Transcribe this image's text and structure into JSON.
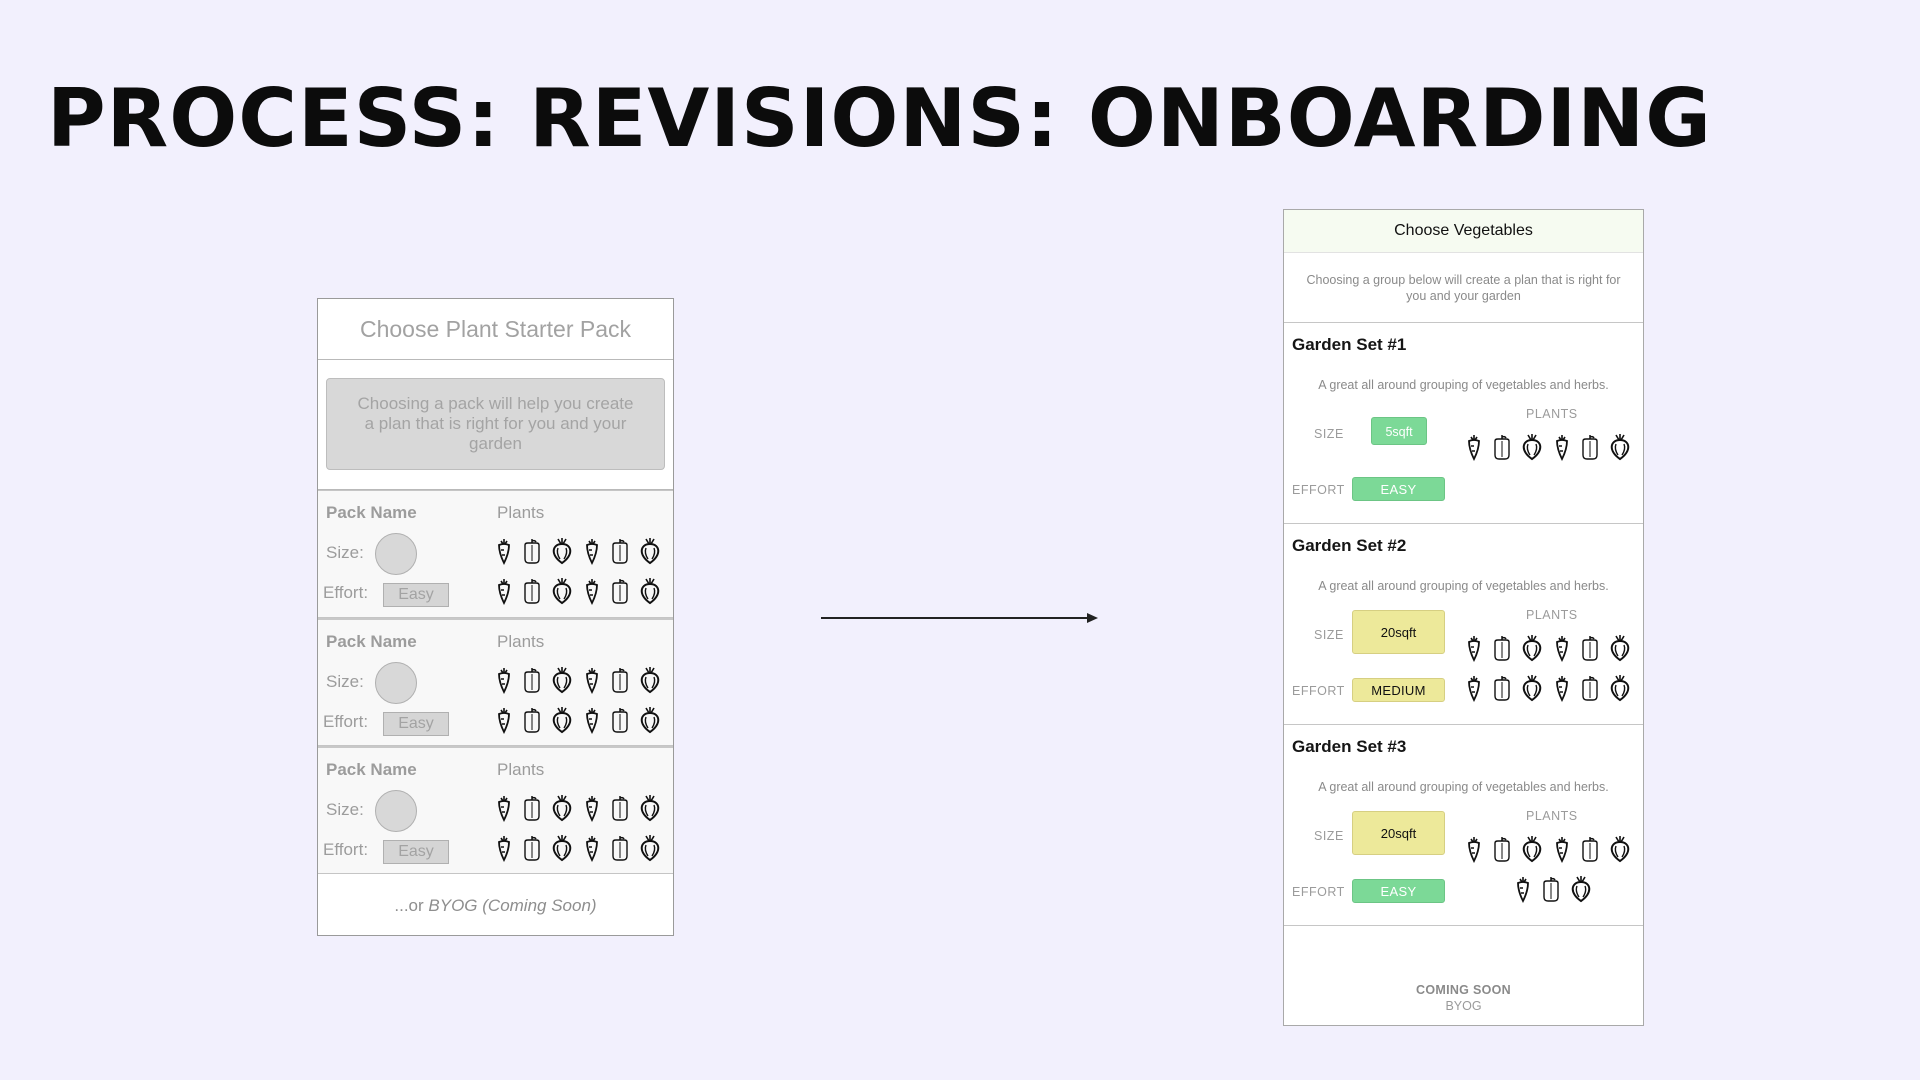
{
  "page": {
    "title": "PROCESS: REVISIONS: ONBOARDING"
  },
  "old_wireframe": {
    "header": "Choose Plant Starter Pack",
    "intro": "Choosing a pack will help you create a plan that is  right for you and your garden",
    "packs": [
      {
        "name": "Pack Name",
        "plants_label": "Plants",
        "size_label": "Size:",
        "effort_label": "Effort:",
        "effort_value": "Easy"
      },
      {
        "name": "Pack Name",
        "plants_label": "Plants",
        "size_label": "Size:",
        "effort_label": "Effort:",
        "effort_value": "Easy"
      },
      {
        "name": "Pack Name",
        "plants_label": "Plants",
        "size_label": "Size:",
        "effort_label": "Effort:",
        "effort_value": "Easy"
      }
    ],
    "footer_prefix": "...or ",
    "footer_italic": "BYOG  (Coming Soon)"
  },
  "new_design": {
    "header": "Choose Vegetables",
    "intro": "Choosing a group below will create a plan that is right for you and your garden",
    "sets": [
      {
        "title": "Garden Set #1",
        "desc": "A great all around grouping of vegetables and herbs.",
        "plants_label": "PLANTS",
        "size_label": "SIZE",
        "size_value": "5sqft",
        "size_color": "green",
        "effort_label": "EFFORT",
        "effort_value": "EASY",
        "effort_color": "green",
        "plant_rows": 1
      },
      {
        "title": "Garden Set #2",
        "desc": "A great all around grouping of vegetables and herbs.",
        "plants_label": "PLANTS",
        "size_label": "SIZE",
        "size_value": "20sqft",
        "size_color": "yellow",
        "effort_label": "EFFORT",
        "effort_value": "MEDIUM",
        "effort_color": "yellow",
        "plant_rows": 2
      },
      {
        "title": "Garden Set #3",
        "desc": "A great all around grouping of vegetables and herbs.",
        "plants_label": "PLANTS",
        "size_label": "SIZE",
        "size_value": "20sqft",
        "size_color": "yellow",
        "effort_label": "EFFORT",
        "effort_value": "EASY",
        "effort_color": "green",
        "plant_rows": 1.5
      }
    ],
    "footer_title": "COMING SOON",
    "footer_sub": "BYOG"
  },
  "icons": [
    "carrot-icon",
    "pepper-icon",
    "beet-icon"
  ],
  "colors": {
    "background": "#f2f0fd",
    "green_badge": "#7cd997",
    "yellow_badge": "#ede99a"
  }
}
